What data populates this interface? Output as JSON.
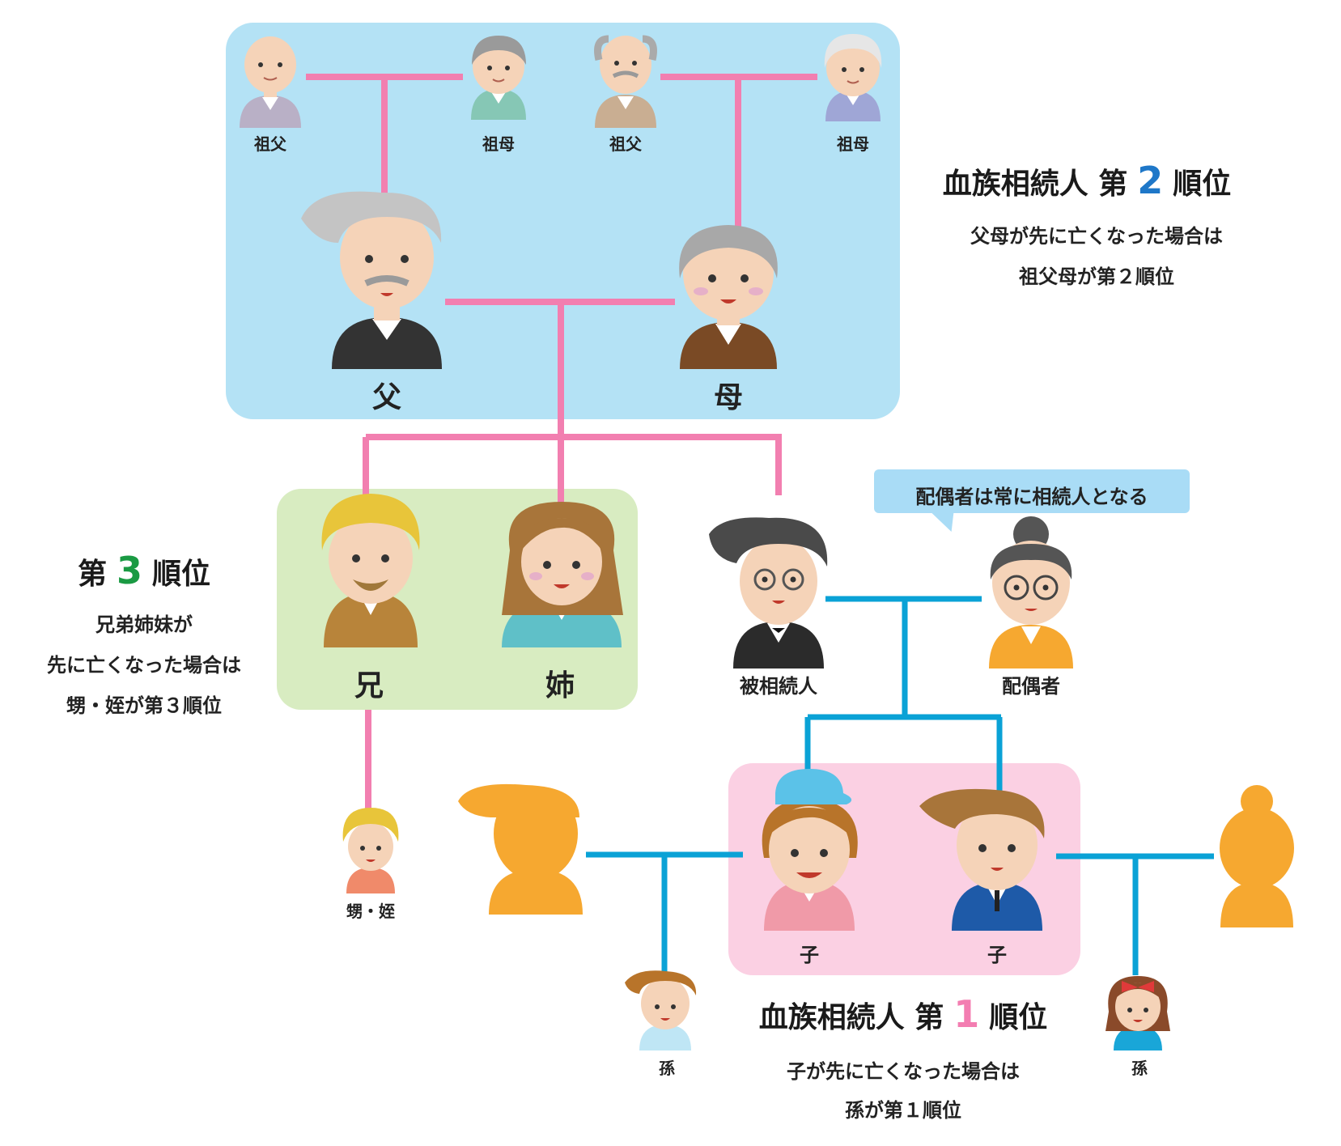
{
  "colors": {
    "ascendant_box": "#b4e2f5",
    "sibling_box": "#d8ecc1",
    "child_box": "#fbd0e3",
    "pink_line": "#f27fb0",
    "blue_line": "#0aa2d6",
    "rank1_number": "#f37db1",
    "rank2_number": "#1e77c8",
    "rank3_number": "#1a9a43",
    "spouse_silhouette": "#f6a830",
    "bubble": "#a9dcf6"
  },
  "grandparents": [
    {
      "label": "祖父",
      "icon": "grandpa-bald-icon"
    },
    {
      "label": "祖母",
      "icon": "grandma-green-icon"
    },
    {
      "label": "祖父",
      "icon": "grandpa-mustache-icon"
    },
    {
      "label": "祖母",
      "icon": "grandma-white-hair-icon"
    }
  ],
  "parents": {
    "father": {
      "label": "父",
      "icon": "father-icon"
    },
    "mother": {
      "label": "母",
      "icon": "mother-icon"
    }
  },
  "siblings": {
    "brother": {
      "label": "兄",
      "icon": "brother-icon"
    },
    "sister": {
      "label": "姉",
      "icon": "sister-icon"
    }
  },
  "decedent": {
    "label": "被相続人",
    "icon": "decedent-icon"
  },
  "spouse": {
    "label": "配偶者",
    "icon": "spouse-icon"
  },
  "bubble_text": "配偶者は常に相続人となる",
  "children": [
    {
      "label": "子",
      "icon": "daughter-icon"
    },
    {
      "label": "子",
      "icon": "son-icon"
    }
  ],
  "nephew": {
    "label": "甥・姪",
    "icon": "nephew-icon"
  },
  "grandchildren": [
    {
      "label": "孫",
      "icon": "grandson-icon"
    },
    {
      "label": "孫",
      "icon": "granddaughter-icon"
    }
  ],
  "child_spouses": [
    {
      "icon": "spouse-silhouette-male-icon"
    },
    {
      "icon": "spouse-silhouette-female-icon"
    }
  ],
  "rank2": {
    "prefix": "血族相続人 第",
    "number": "2",
    "suffix": "順位",
    "note_lines": [
      "父母が先に亡くなった場合は",
      "祖父母が第２順位"
    ]
  },
  "rank3": {
    "prefix": "第",
    "number": "3",
    "suffix": "順位",
    "note_lines": [
      "兄弟姉妹が",
      "先に亡くなった場合は",
      "甥・姪が第３順位"
    ]
  },
  "rank1": {
    "prefix": "血族相続人 第",
    "number": "1",
    "suffix": "順位",
    "note_lines": [
      "子が先に亡くなった場合は",
      "孫が第１順位"
    ]
  }
}
